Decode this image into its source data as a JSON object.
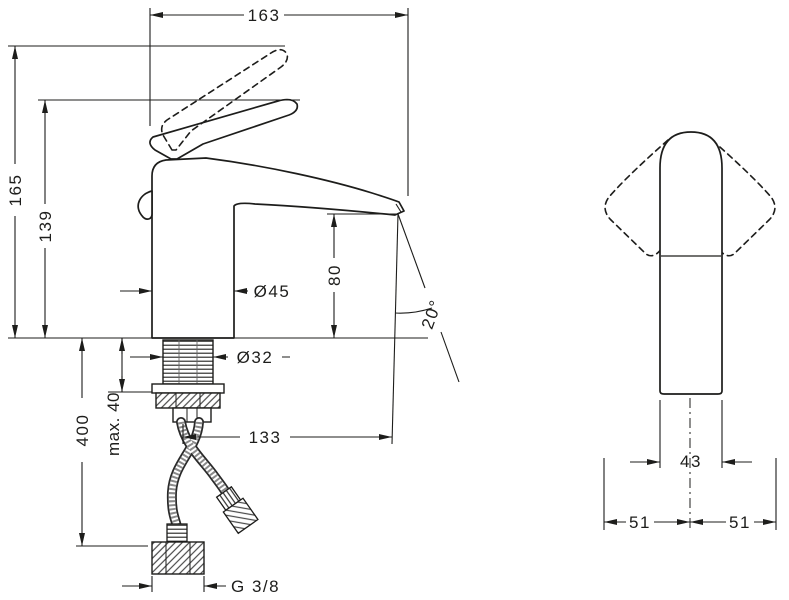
{
  "front_view": {
    "dims": {
      "depth": "163",
      "height_open": "165",
      "height_lever": "139",
      "spout_height": "80",
      "base_diameter": "Ø45",
      "shank_diameter": "Ø32",
      "hose_length": "400",
      "mounting_max": "max. 40",
      "spout_reach": "133",
      "spray_angle": "20°",
      "connection_thread": "G 3/8"
    }
  },
  "side_view": {
    "dims": {
      "body_width": "43",
      "swing_left": "51",
      "swing_right": "51"
    }
  },
  "style": {
    "line_color": "#1d1d1b",
    "background": "#ffffff"
  }
}
